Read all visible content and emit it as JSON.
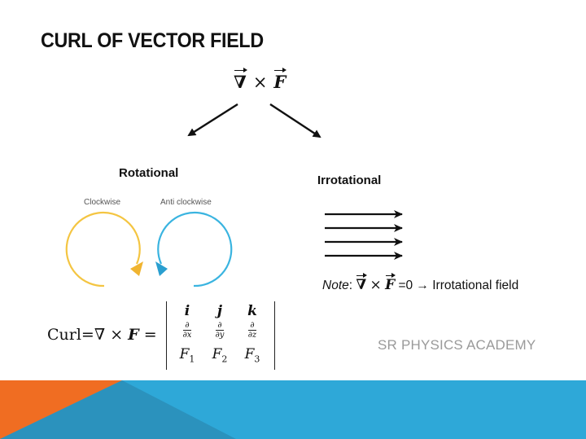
{
  "slide": {
    "title": "CURL OF VECTOR FIELD",
    "top_formula": {
      "nabla": "∇",
      "times": "×",
      "field": "F"
    },
    "rotational": {
      "title": "Rotational",
      "clockwise_label": "Clockwise",
      "anticlockwise_label": "Anti clockwise"
    },
    "irrotational": {
      "title": "Irrotational"
    },
    "note": {
      "prefix": "Note",
      "colon": ":",
      "nabla": "∇",
      "times": "×",
      "field": "F",
      "result": "=0 → Irrotational field"
    },
    "curl_formula": {
      "lhs_text": "Curl=",
      "nabla": "∇",
      "times": "×",
      "field": "F",
      "equals": "=",
      "row1": [
        "i",
        "j",
        "k"
      ],
      "row2_num": [
        "∂",
        "∂",
        "∂"
      ],
      "row2_den": [
        "∂x",
        "∂y",
        "∂z"
      ],
      "row3": [
        {
          "base": "F",
          "sub": "1"
        },
        {
          "base": "F",
          "sub": "2"
        },
        {
          "base": "F",
          "sub": "3"
        }
      ]
    },
    "watermark": "SR PHYSICS ACADEMY",
    "colors": {
      "clockwise": "#f4c542",
      "anticlockwise": "#3ab4e0",
      "footer_orange": "#f06d22",
      "footer_blue": "#2ea8d8",
      "footer_dark": "#2a7fa8",
      "watermark": "#9a9a9a"
    },
    "icons": [
      "arrow-left-down-icon",
      "arrow-right-down-icon",
      "clockwise-arrow-icon",
      "anticlockwise-arrow-icon",
      "parallel-arrows-icon"
    ]
  }
}
